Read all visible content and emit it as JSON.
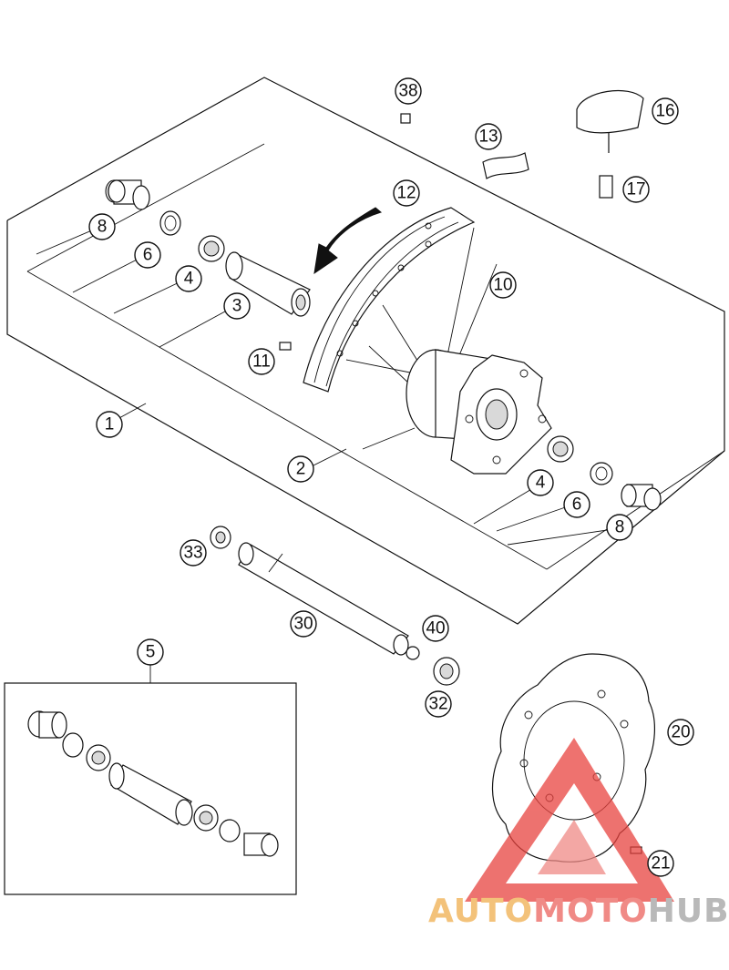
{
  "callouts": [
    {
      "id": "c38",
      "label": "38"
    },
    {
      "id": "c16",
      "label": "16"
    },
    {
      "id": "c13",
      "label": "13"
    },
    {
      "id": "c17",
      "label": "17"
    },
    {
      "id": "c12",
      "label": "12"
    },
    {
      "id": "c8a",
      "label": "8"
    },
    {
      "id": "c6a",
      "label": "6"
    },
    {
      "id": "c4a",
      "label": "4"
    },
    {
      "id": "c3",
      "label": "3"
    },
    {
      "id": "c10",
      "label": "10"
    },
    {
      "id": "c11",
      "label": "11"
    },
    {
      "id": "c1",
      "label": "1"
    },
    {
      "id": "c2",
      "label": "2"
    },
    {
      "id": "c4b",
      "label": "4"
    },
    {
      "id": "c6b",
      "label": "6"
    },
    {
      "id": "c8b",
      "label": "8"
    },
    {
      "id": "c33",
      "label": "33"
    },
    {
      "id": "c30",
      "label": "30"
    },
    {
      "id": "c40",
      "label": "40"
    },
    {
      "id": "c32",
      "label": "32"
    },
    {
      "id": "c5",
      "label": "5"
    },
    {
      "id": "c20",
      "label": "20"
    },
    {
      "id": "c21",
      "label": "21"
    }
  ],
  "watermark": {
    "part1": "AUTO",
    "part2": "MOTO",
    "part3": "HUB",
    "colors": {
      "auto": "#f3c27a",
      "moto": "#f08a86",
      "hub": "#b9b9b9",
      "triangle": "#e8433f"
    }
  }
}
